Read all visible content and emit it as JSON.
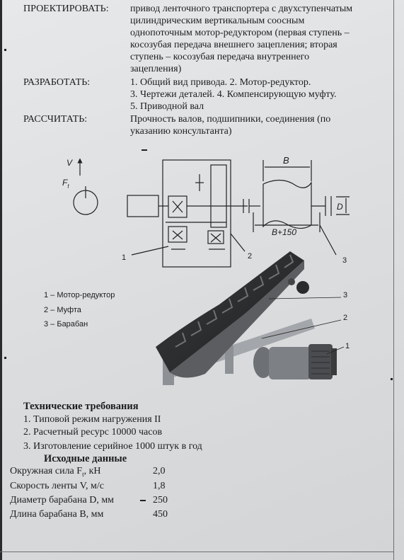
{
  "task": [
    {
      "label": "ПРОЕКТИРОВАТЬ:",
      "lines": [
        "привод ленточного транспортера с двухступенчатым",
        "цилиндрическим вертикальным соосным",
        "однопоточным мотор-редуктором (первая ступень –",
        "косозубая передача внешнего зацепления; вторая",
        "ступень – косозубая передача внутреннего",
        "зацепления)"
      ]
    },
    {
      "label": "РАЗРАБОТАТЬ:",
      "lines": [
        "1. Общий вид привода. 2. Мотор-редуктор.",
        "3.  Чертежи деталей. 4. Компенсирующую муфту.",
        "5. Приводной вал"
      ]
    },
    {
      "label": "РАССЧИТАТЬ:",
      "lines": [
        "Прочность валов, подшипники, соединения (по",
        "указанию консультанта)"
      ]
    }
  ],
  "diagram": {
    "v_label": "V",
    "f_label": "F",
    "f_sub": "t",
    "b_label": "B",
    "b150_label": "B+150",
    "d_label": "D",
    "callouts": [
      "1",
      "2",
      "3"
    ]
  },
  "photo_callouts": [
    "3",
    "2",
    "1"
  ],
  "legend": [
    "1 – Мотор-редуктор",
    "2 – Муфта",
    "3 – Барабан"
  ],
  "tech": {
    "heading": "Технические требования",
    "items": [
      "1. Типовой режим нагружения II",
      "2. Расчетный ресурс 10000 часов",
      "3. Изготовление серийное 1000 штук в год"
    ]
  },
  "source": {
    "heading": "Исходные данные",
    "rows": [
      {
        "label_pre": "Окружная сила F",
        "label_sub": "t",
        "label_post": ", кН",
        "value": "2,0"
      },
      {
        "label": "Скорость ленты V, м/с",
        "value": "1,8"
      },
      {
        "label": "Диаметр барабана D, мм",
        "value": "250"
      },
      {
        "label": "Длина барабана B, мм",
        "value": "450"
      }
    ]
  }
}
